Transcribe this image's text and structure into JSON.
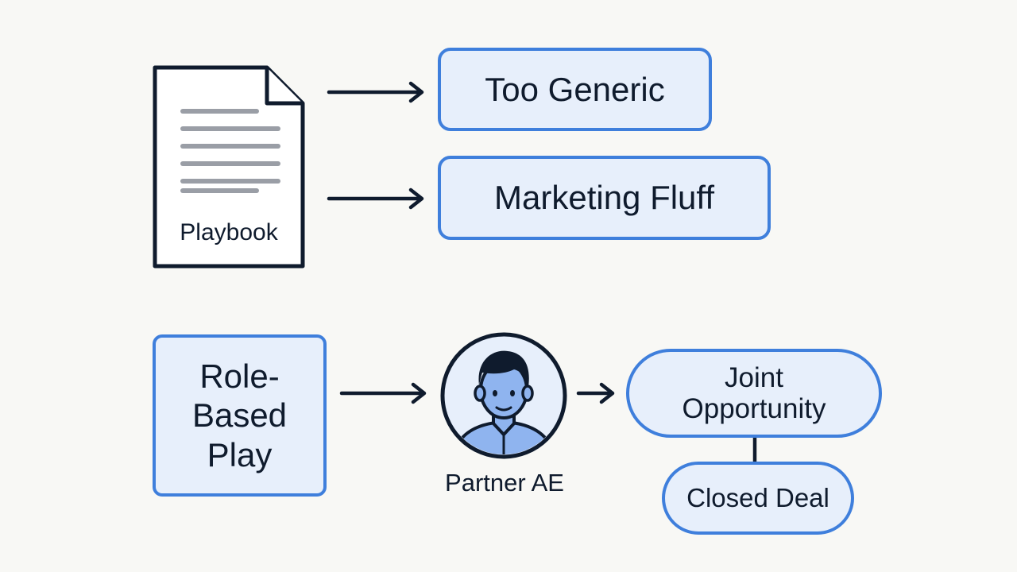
{
  "playbook": {
    "label": "Playbook",
    "icon": "document-icon"
  },
  "outcomes": {
    "too_generic": "Too Generic",
    "marketing_fluff": "Marketing Fluff"
  },
  "flow": {
    "role_based_play_line1": "Role-",
    "role_based_play_line2": "Based",
    "role_based_play_line3": "Play",
    "partner_ae": "Partner AE",
    "joint_opportunity_line1": "Joint",
    "joint_opportunity_line2": "Opportunity",
    "closed_deal": "Closed Deal"
  },
  "colors": {
    "accent_border": "#3f7fdc",
    "box_fill": "#e7effb",
    "ink": "#0f1b2d",
    "doc_lines": "#9a9ea6",
    "avatar_fill": "#8fb4ef",
    "background": "#f8f8f5"
  }
}
